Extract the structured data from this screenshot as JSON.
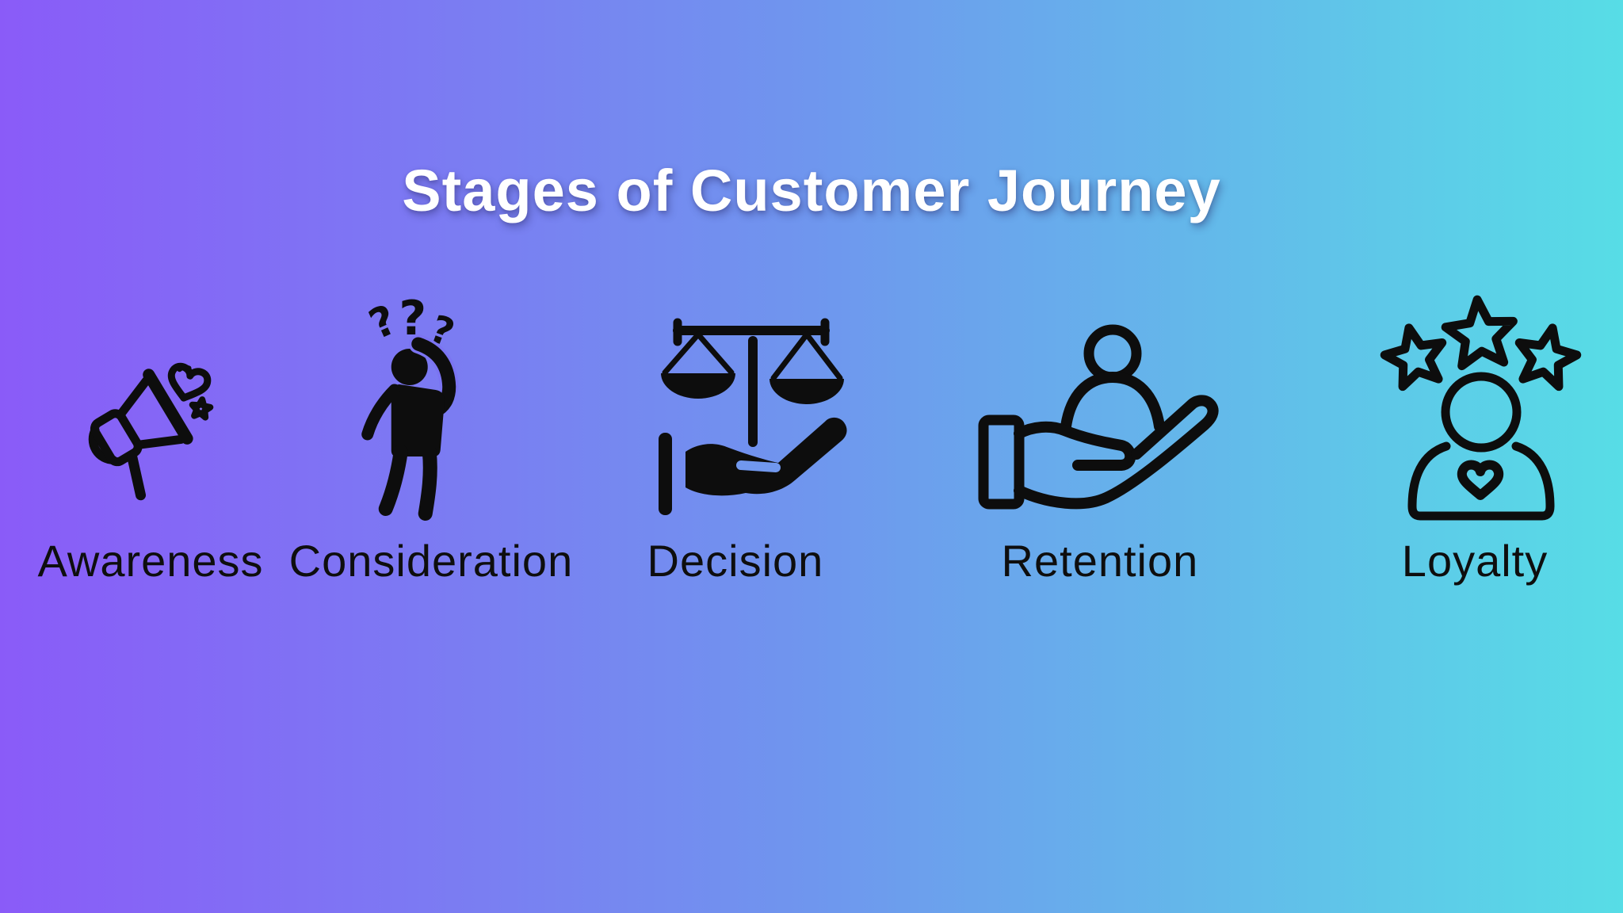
{
  "title": "Stages of Customer Journey",
  "colors": {
    "bg_start": "#8a5bf8",
    "bg_mid": "#6f96ee",
    "bg_end": "#57dde6",
    "bg_at_consideration": "#7b74f2",
    "bg_at_decision": "#7198ee",
    "icon": "#0d0d0d",
    "label": "#0e0e0e",
    "title": "#ffffff"
  },
  "stages": [
    {
      "label": "Awareness",
      "icon": "megaphone-heart-icon"
    },
    {
      "label": "Consideration",
      "icon": "confused-person-icon",
      "question_marks": [
        "?",
        "?",
        "?"
      ]
    },
    {
      "label": "Decision",
      "icon": "balance-scale-hand-icon"
    },
    {
      "label": "Retention",
      "icon": "hand-holding-person-icon"
    },
    {
      "label": "Loyalty",
      "icon": "customer-with-stars-icon"
    }
  ]
}
